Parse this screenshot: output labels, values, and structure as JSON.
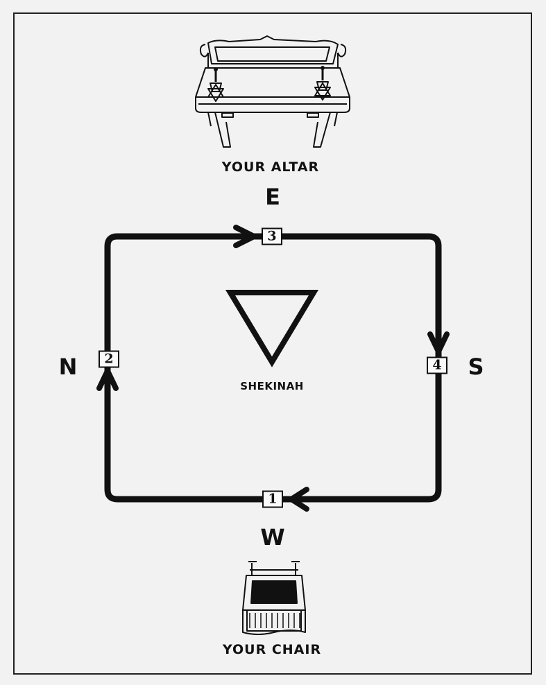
{
  "altar": {
    "caption": "YOUR ALTAR",
    "icon": "altar-table-icon"
  },
  "chair": {
    "caption": "YOUR CHAIR",
    "icon": "chair-icon"
  },
  "directions": {
    "east": "E",
    "north": "N",
    "south": "S",
    "west": "W"
  },
  "center": {
    "caption": "SHEKINAH",
    "icon": "inverted-triangle-icon"
  },
  "stations": {
    "one": "1",
    "two": "2",
    "three": "3",
    "four": "4"
  },
  "colors": {
    "ink": "#111111",
    "paper": "#f2f2f2"
  }
}
